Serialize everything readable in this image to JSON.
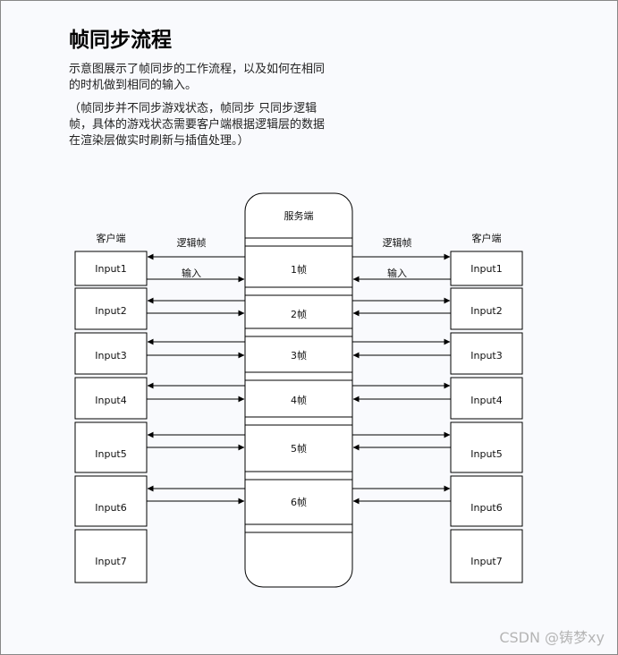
{
  "title": "帧同步流程",
  "description": "示意图展示了帧同步的工作流程，以及如何在相同的时机做到相同的输入。",
  "note": "（帧同步并不同步游戏状态，帧同步 只同步逻辑帧，具体的游戏状态需要客户端根据逻辑层的数据在渲染层做实时刷新与插值处理。）",
  "server_label": "服务端",
  "client_label": "客户端",
  "arrow_labels": {
    "logic_frame": "逻辑帧",
    "input": "输入"
  },
  "frames": [
    "1帧",
    "2帧",
    "3帧",
    "4帧",
    "5帧",
    "6帧"
  ],
  "inputs": [
    "Input1",
    "Input2",
    "Input3",
    "Input4",
    "Input5",
    "Input6",
    "Input7"
  ],
  "watermark": "CSDN @铸梦xy"
}
